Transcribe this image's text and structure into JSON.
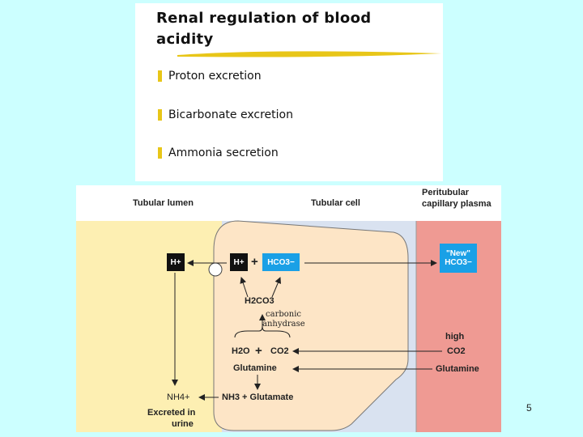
{
  "slide": {
    "title": "Renal regulation of blood acidity",
    "bullets": [
      "Proton excretion",
      "Bicarbonate excretion",
      "Ammonia secretion"
    ],
    "page_number": "5"
  },
  "figure": {
    "headers": {
      "lumen": "Tubular lumen",
      "cell": "Tubular cell",
      "plasma_line1": "Peritubular",
      "plasma_line2": "capillary plasma"
    },
    "labels": {
      "h_plus": "H+",
      "hco3": "HCO3−",
      "new_line1": "\"New\"",
      "new_line2": "HCO3−",
      "h2co3": "H2CO3",
      "carbonic": "carbonic",
      "anhydrase": "anhydrase",
      "h2o": "H2O",
      "co2": "CO2",
      "high": "high",
      "co2_plasma": "CO2",
      "glutamine_cell": "Glutamine",
      "glutamine_plasma": "Glutamine",
      "nh4": "NH4+",
      "nh3_glutamate": "NH3 + Glutamate",
      "excreted_line1": "Excreted in",
      "excreted_line2": "urine",
      "plus": "+"
    },
    "colors": {
      "lumen": "#fdefb2",
      "cell": "#fde5c6",
      "plasma": "#ef9a93",
      "bicarbonate": "#1aa0e6"
    }
  }
}
